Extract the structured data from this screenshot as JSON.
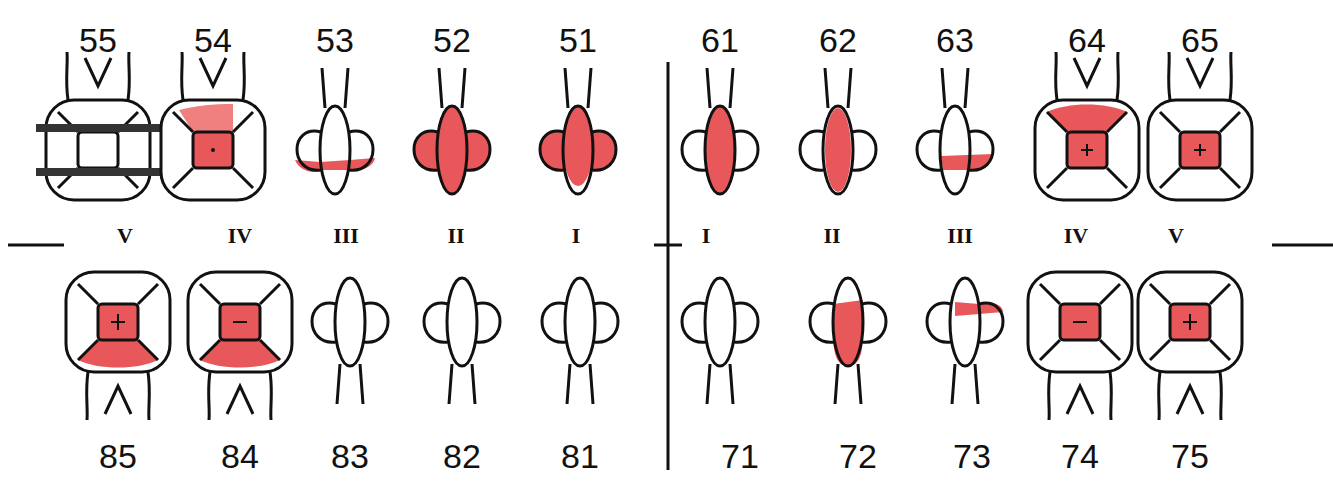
{
  "diagram": {
    "labels": [
      "55",
      "54",
      "53",
      "52",
      "51",
      "61",
      "62",
      "63",
      "64",
      "65",
      "V",
      "IV",
      "III",
      "II",
      "I",
      "I",
      "II",
      "III",
      "IV",
      "V",
      "85",
      "84",
      "83",
      "82",
      "81",
      "71",
      "72",
      "73",
      "74",
      "75"
    ]
  }
}
